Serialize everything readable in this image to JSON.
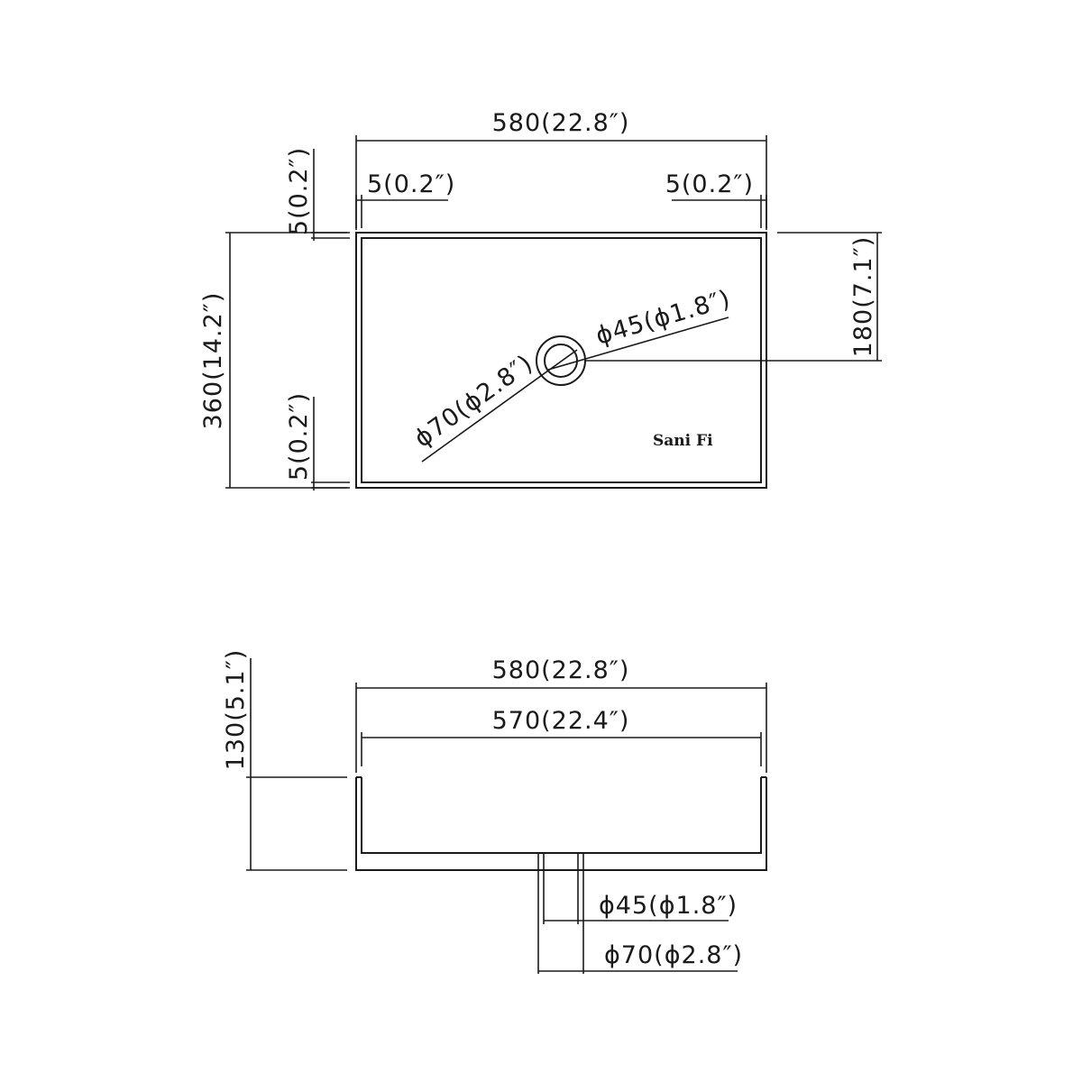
{
  "top_view": {
    "overall_width": "580(22.8″)",
    "left_wall": "5(0.2″)",
    "right_wall": "5(0.2″)",
    "top_wall": "5(0.2″)",
    "bottom_wall": "5(0.2″)",
    "overall_depth": "360(14.2″)",
    "drain_offset": "180(7.1″)",
    "drain_inner_dia": "ϕ45(ϕ1.8″)",
    "drain_outer_dia": "ϕ70(ϕ2.8″)",
    "logo": "Sani Fi"
  },
  "side_view": {
    "overall_width": "580(22.8″)",
    "inner_width": "570(22.4″)",
    "height": "130(5.1″)",
    "drain_inner_dia": "ϕ45(ϕ1.8″)",
    "drain_outer_dia": "ϕ70(ϕ2.8″)"
  }
}
